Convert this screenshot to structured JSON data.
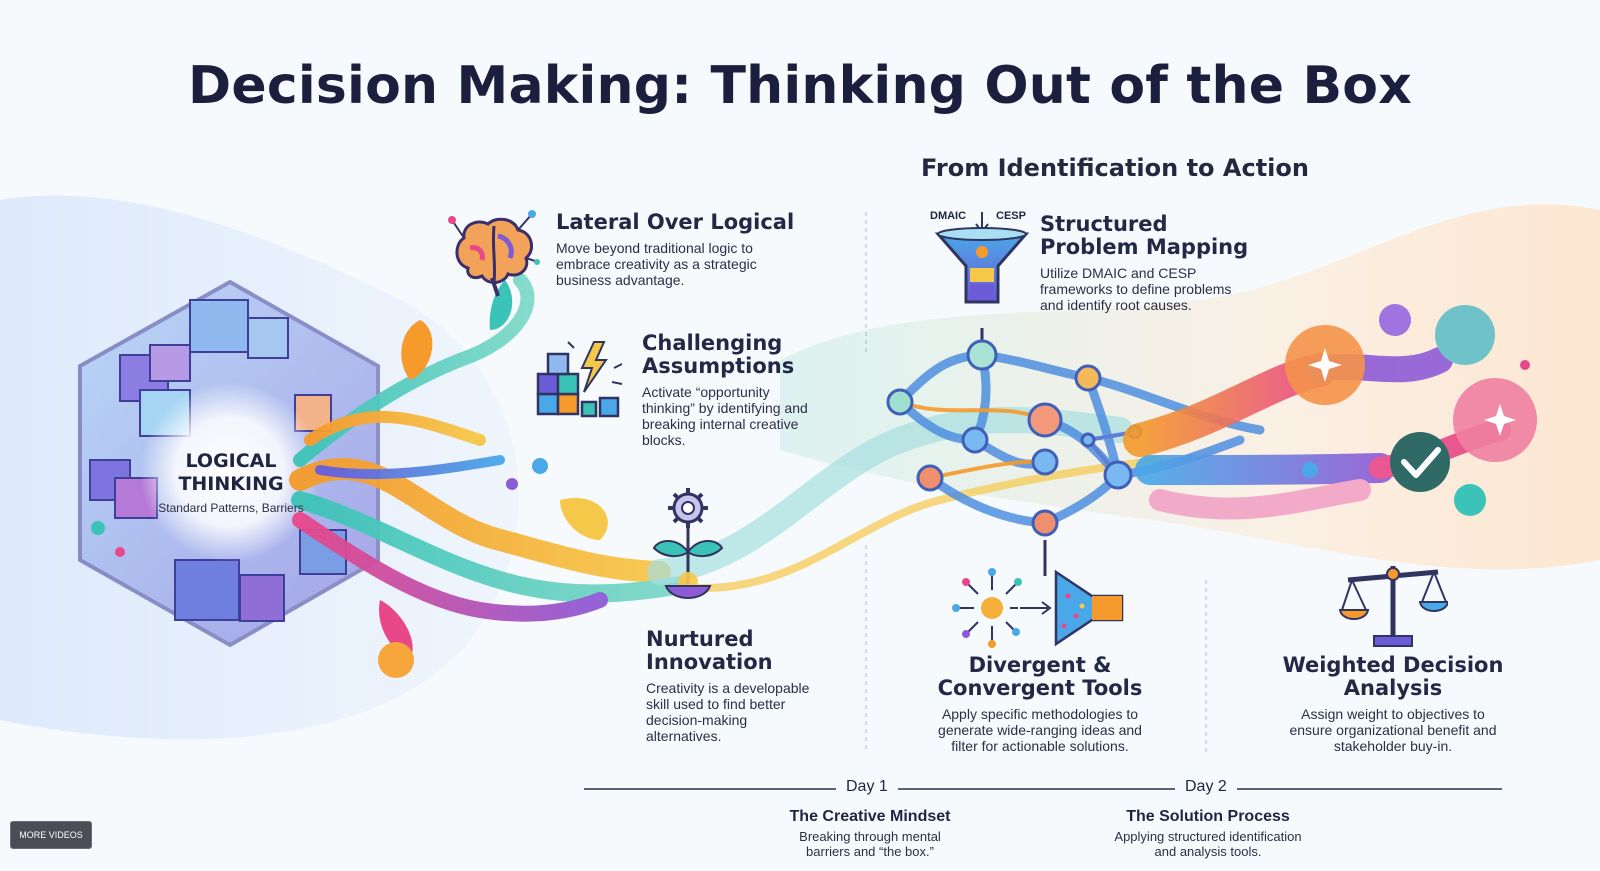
{
  "title": "Decision Making: Thinking Out of the Box",
  "subtitle": "From Identification to Action",
  "hex": {
    "label": "LOGICAL THINKING",
    "sub": "Standard Patterns, Barriers"
  },
  "points": {
    "lateral": {
      "title": "Lateral Over Logical",
      "body": "Move beyond traditional logic to embrace creativity as a strategic business advantage.",
      "icon": "brain-icon"
    },
    "challenging": {
      "title": "Challenging Assumptions",
      "body": "Activate “opportunity thinking” by identifying and breaking internal creative blocks.",
      "icon": "breaking-blocks-icon"
    },
    "nurtured": {
      "title": "Nurtured Innovation",
      "body": "Creativity is a developable skill used to find better decision-making alternatives.",
      "icon": "sprout-gear-icon"
    },
    "structured": {
      "title": "Structured Problem Mapping",
      "body": "Utilize DMAIC and CESP frameworks to define problems and identify root causes.",
      "icon": "funnel-icon",
      "tag_left": "DMAIC",
      "tag_right": "CESP"
    },
    "divergent": {
      "title": "Divergent & Convergent Tools",
      "body": "Apply specific methodologies to generate wide-ranging ideas and filter for actionable solutions.",
      "icon": "diverge-converge-icon"
    },
    "weighted": {
      "title": "Weighted Decision Analysis",
      "body": "Assign weight to objectives to ensure organizational benefit and stakeholder buy-in.",
      "icon": "scale-icon"
    }
  },
  "timeline": {
    "day1": {
      "label": "Day 1",
      "title": "The Creative Mindset",
      "desc": "Breaking through mental barriers and “the box.”"
    },
    "day2": {
      "label": "Day 2",
      "title": "The Solution Process",
      "desc": "Applying structured identification and analysis tools."
    }
  },
  "more_videos": "MORE VIDEOS",
  "colors": {
    "title": "#1b1f3d",
    "accent_purple": "#6b5bd6",
    "accent_orange": "#f59a2b",
    "accent_teal": "#3cc3b8",
    "accent_pink": "#e8488a"
  }
}
